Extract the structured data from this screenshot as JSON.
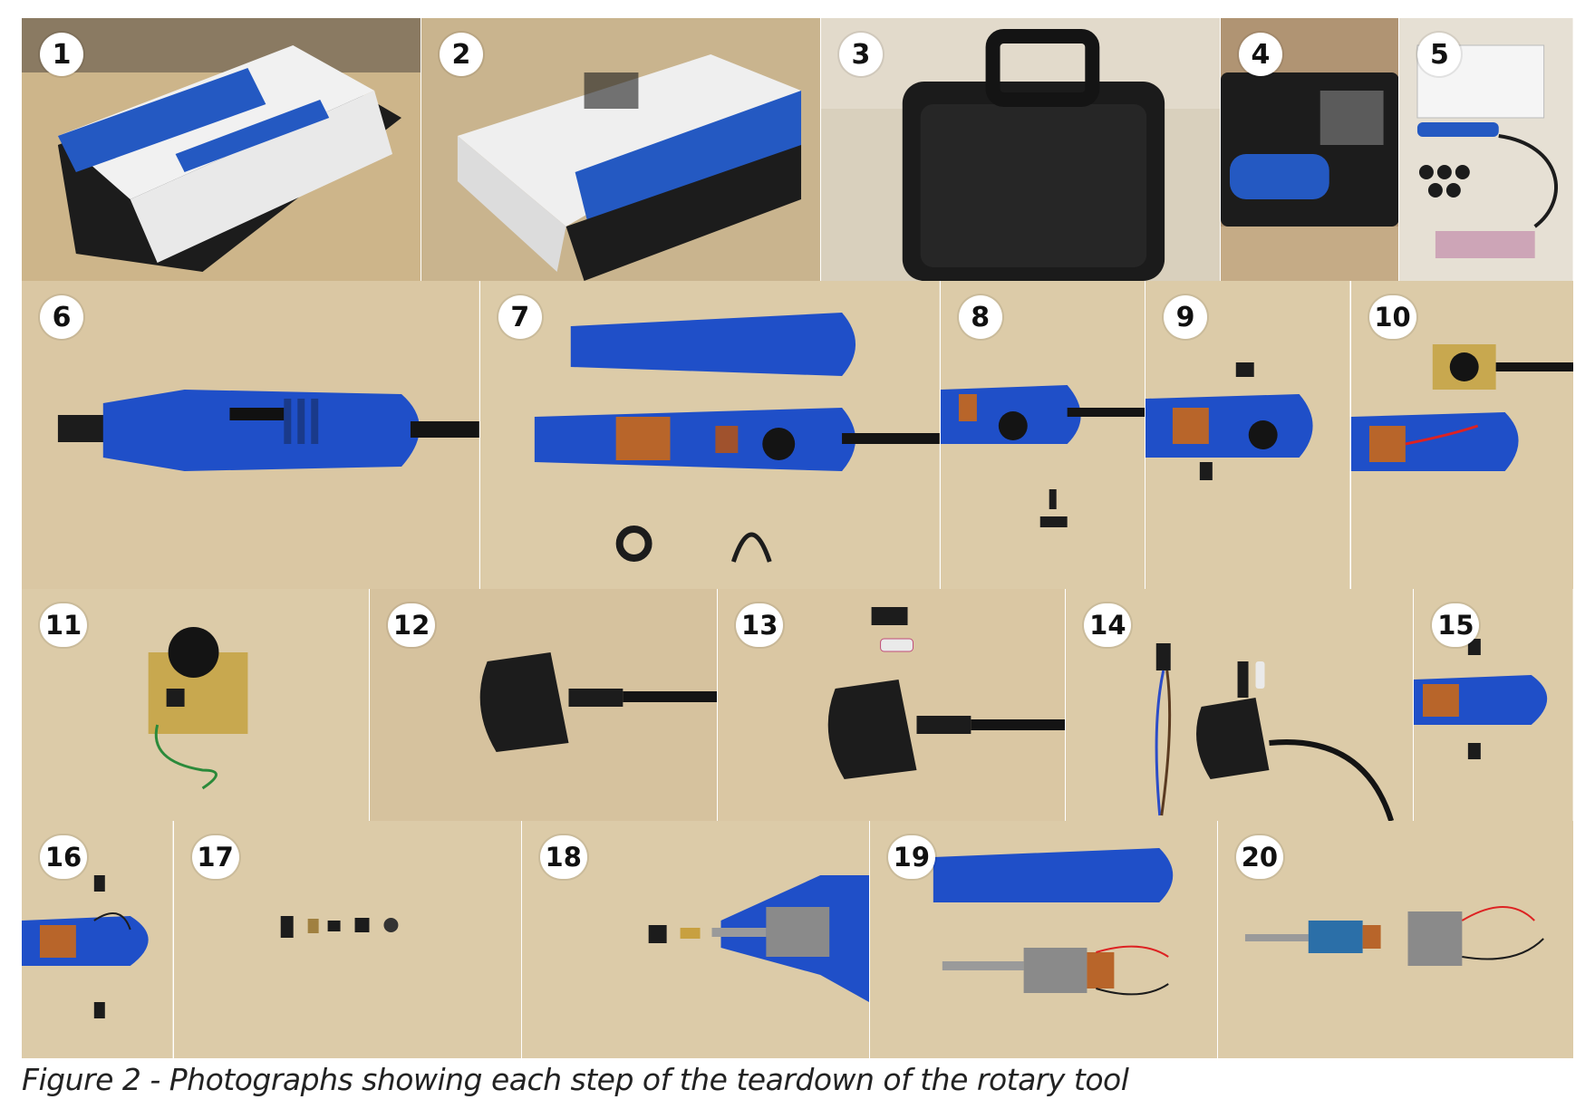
{
  "caption": "Figure 2 - Photographs showing each step of the teardown of the rotary tool",
  "photos": [
    {
      "step": "1"
    },
    {
      "step": "2"
    },
    {
      "step": "3"
    },
    {
      "step": "4"
    },
    {
      "step": "5"
    },
    {
      "step": "6"
    },
    {
      "step": "7"
    },
    {
      "step": "8"
    },
    {
      "step": "9"
    },
    {
      "step": "10"
    },
    {
      "step": "11"
    },
    {
      "step": "12"
    },
    {
      "step": "13"
    },
    {
      "step": "14"
    },
    {
      "step": "15"
    },
    {
      "step": "16"
    },
    {
      "step": "17"
    },
    {
      "step": "18"
    },
    {
      "step": "19"
    },
    {
      "step": "20"
    }
  ],
  "colors": {
    "wood": "#d8c6a2",
    "wood_dark": "#c4ad84",
    "tool_blue": "#1f4fc8",
    "plastic_black": "#1a1a1a",
    "copper": "#b8652a",
    "steel": "#9a9a9a"
  }
}
